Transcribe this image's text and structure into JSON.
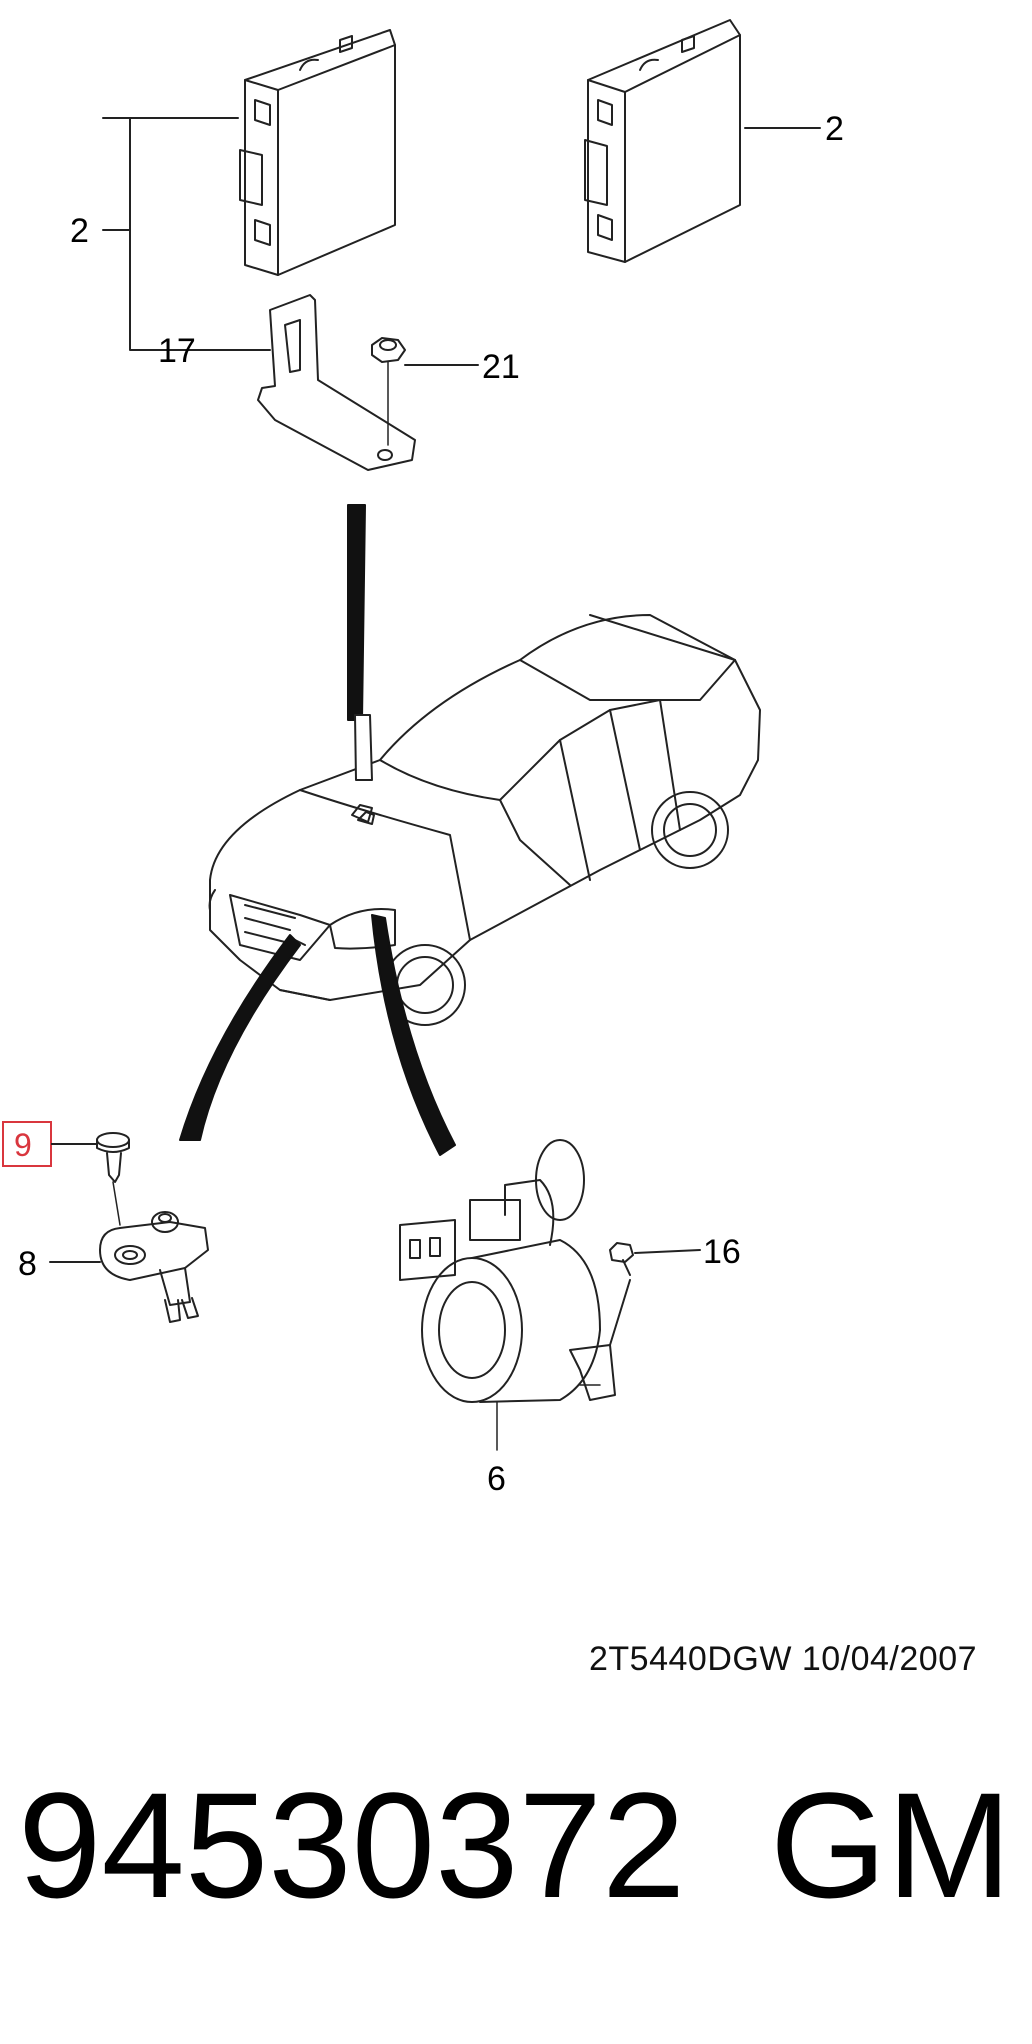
{
  "callouts": {
    "ecu_left": "2",
    "ecu_right": "2",
    "bracket": "17",
    "nut": "21",
    "screw_highlighted": "9",
    "switch": "8",
    "bolt": "16",
    "horn": "6"
  },
  "highlight_color": "#d9363e",
  "drawing_code": "2T5440DGW  10/04/2007",
  "part_number": "94530372",
  "brand": "GM"
}
